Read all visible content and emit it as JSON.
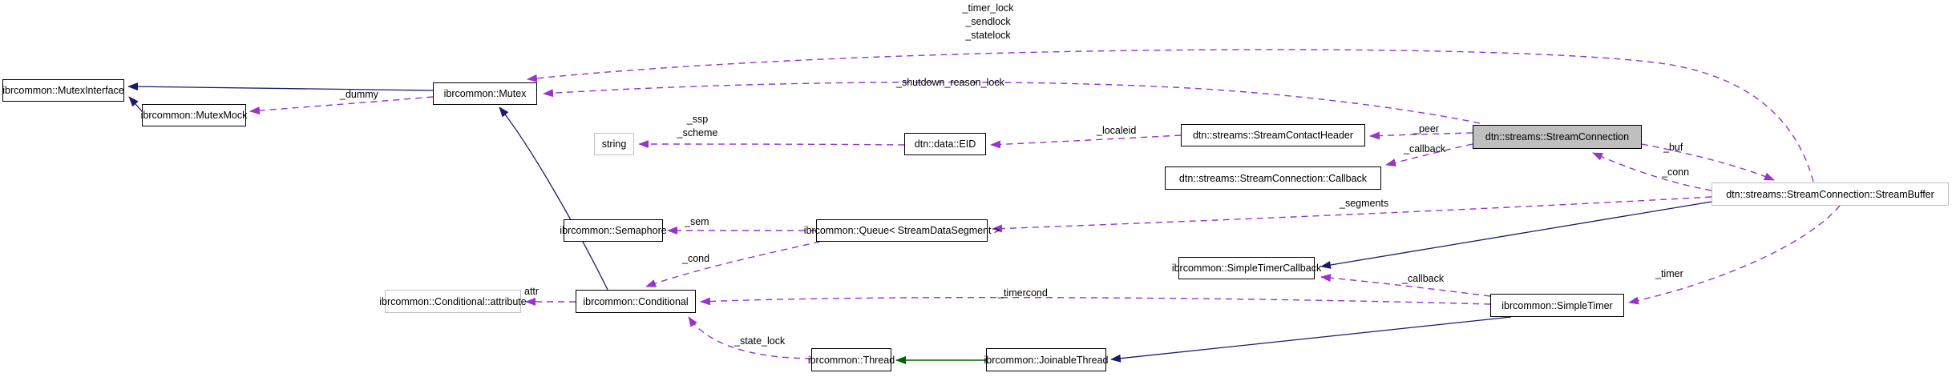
{
  "colors": {
    "usage_edge": "#9a32cd",
    "inheritance_edge": "#191970",
    "protected_inheritance_edge": "#006400",
    "node_border": "#000000",
    "muted_node_border": "#c0c0c0",
    "selected_node_fill": "#bfbfbf",
    "background": "#ffffff"
  },
  "nodes": {
    "mutex_interface": "ibrcommon::MutexInterface",
    "mutex_mock": "ibrcommon::MutexMock",
    "mutex": "ibrcommon::Mutex",
    "string": "string",
    "eid": "dtn::data::EID",
    "stream_contact_header": "dtn::streams::StreamContactHeader",
    "stream_connection_callback": "dtn::streams::StreamConnection::Callback",
    "stream_connection": "dtn::streams::StreamConnection",
    "stream_buffer": "dtn::streams::StreamConnection::StreamBuffer",
    "semaphore": "ibrcommon::Semaphore",
    "queue": "ibrcommon::Queue< StreamDataSegment >",
    "simple_timer_callback": "ibrcommon::SimpleTimerCallback",
    "simple_timer": "ibrcommon::SimpleTimer",
    "conditional_attribute": "ibrcommon::Conditional::attribute",
    "conditional": "ibrcommon::Conditional",
    "thread": "ibrcommon::Thread",
    "joinable_thread": "ibrcommon::JoinableThread"
  },
  "edge_labels": {
    "buffer_mutex_locks": [
      "_timer_lock",
      "_sendlock",
      "_statelock"
    ],
    "shutdown_reason_lock": "_shutdown_reason_lock",
    "dummy": "_dummy",
    "eid_string_members": [
      "_ssp",
      "_scheme"
    ],
    "localeid": "_localeid",
    "peer": "_peer",
    "callback": "_callback",
    "buf": "_buf",
    "conn": "_conn",
    "segments": "_segments",
    "sem": "_sem",
    "cond": "_cond",
    "timercond": "_timercond",
    "attr": "attr",
    "timer_callback": "_callback",
    "timer": "_timer",
    "state_lock": "_state_lock"
  }
}
